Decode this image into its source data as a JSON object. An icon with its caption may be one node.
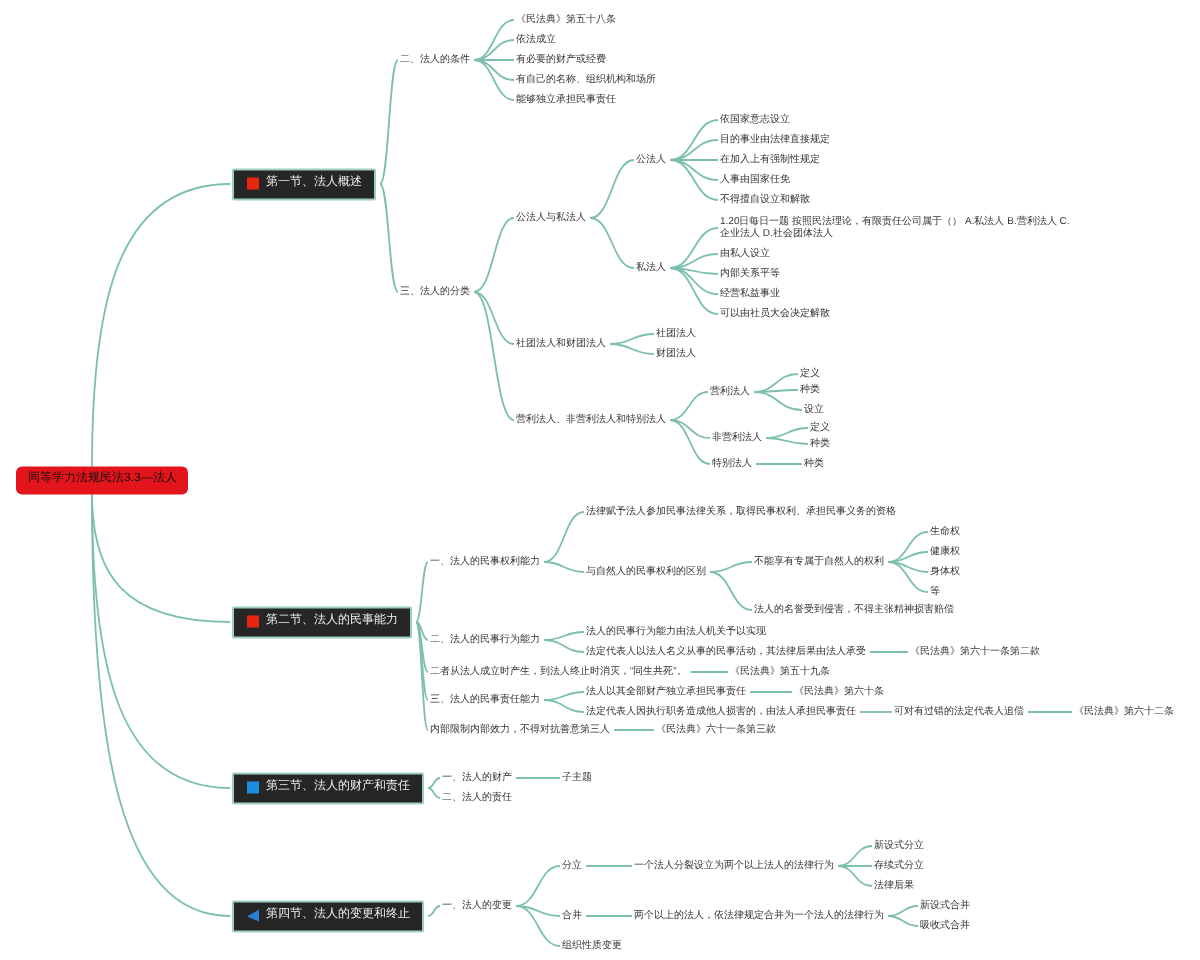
{
  "diagram": {
    "nodes": [
      {
        "text": [
          "同等学力法规民法3.3—法人"
        ]
      },
      {
        "text": [
          "第一节、法人概述"
        ]
      },
      {
        "text": [
          "二、法人的条件"
        ]
      },
      {
        "text": [
          "《民法典》第五十八条"
        ]
      },
      {
        "text": [
          "依法成立"
        ]
      },
      {
        "text": [
          "有必要的财产或经费"
        ]
      },
      {
        "text": [
          "有自己的名称、组织机构和场所"
        ]
      },
      {
        "text": [
          "能够独立承担民事责任"
        ]
      },
      {
        "text": [
          "三、法人的分类"
        ]
      },
      {
        "text": [
          "公法人与私法人"
        ]
      },
      {
        "text": [
          "公法人"
        ]
      },
      {
        "text": [
          "依国家意志设立"
        ]
      },
      {
        "text": [
          "目的事业由法律直接规定"
        ]
      },
      {
        "text": [
          "在加入上有强制性规定"
        ]
      },
      {
        "text": [
          "人事由国家任免"
        ]
      },
      {
        "text": [
          "不得擅自设立和解散"
        ]
      },
      {
        "text": [
          "私法人"
        ]
      },
      {
        "text": [
          "1.20日每日一题 按照民法理论，有限责任公司属于（） A.私法人 B.营利法人 C.企业法人 D.社会团体法人"
        ]
      },
      {
        "text": [
          "由私人设立"
        ]
      },
      {
        "text": [
          "内部关系平等"
        ]
      },
      {
        "text": [
          "经营私益事业"
        ]
      },
      {
        "text": [
          "可以由社员大会决定解散"
        ]
      },
      {
        "text": [
          "社团法人和财团法人"
        ]
      },
      {
        "text": [
          "社团法人"
        ]
      },
      {
        "text": [
          "财团法人"
        ]
      },
      {
        "text": [
          "营利法人、非营利法人和特别法人"
        ]
      },
      {
        "text": [
          "营利法人"
        ]
      },
      {
        "text": [
          "定义"
        ]
      },
      {
        "text": [
          "种类"
        ]
      },
      {
        "text": [
          "设立"
        ]
      },
      {
        "text": [
          "非营利法人"
        ]
      },
      {
        "text": [
          "定义"
        ]
      },
      {
        "text": [
          "种类"
        ]
      },
      {
        "text": [
          "特别法人"
        ]
      },
      {
        "text": [
          "种类"
        ]
      },
      {
        "text": [
          "第二节、法人的民事能力"
        ]
      },
      {
        "text": [
          "一、法人的民事权利能力"
        ]
      },
      {
        "text": [
          "法律赋予法人参加民事法律关系，取得民事权利、承担民事义务的资格"
        ]
      },
      {
        "text": [
          "与自然人的民事权利的区别"
        ]
      },
      {
        "text": [
          "不能享有专属于自然人的权利"
        ]
      },
      {
        "text": [
          "生命权"
        ]
      },
      {
        "text": [
          "健康权"
        ]
      },
      {
        "text": [
          "身体权"
        ]
      },
      {
        "text": [
          "等"
        ]
      },
      {
        "text": [
          "法人的名誉受到侵害，不得主张精神损害赔偿"
        ]
      },
      {
        "text": [
          "二、法人的民事行为能力"
        ]
      },
      {
        "text": [
          "法人的民事行为能力由法人机关予以实现"
        ]
      },
      {
        "text": [
          "法定代表人以法人名义从事的民事活动，其法律后果由法人承受"
        ]
      },
      {
        "text": [
          "《民法典》第六十一条第二款"
        ]
      },
      {
        "text": [
          "二者从法人成立时产生，到法人终止时消灭，“同生共死”。"
        ]
      },
      {
        "text": [
          "《民法典》第五十九条"
        ]
      },
      {
        "text": [
          "三、法人的民事责任能力"
        ]
      },
      {
        "text": [
          "法人以其全部财产独立承担民事责任"
        ]
      },
      {
        "text": [
          "《民法典》第六十条"
        ]
      },
      {
        "text": [
          "法定代表人因执行职务造成他人损害的，由法人承担民事责任"
        ]
      },
      {
        "text": [
          "可对有过错的法定代表人追偿"
        ]
      },
      {
        "text": [
          "《民法典》第六十二条"
        ]
      },
      {
        "text": [
          "内部限制内部效力，不得对抗善意第三人"
        ]
      },
      {
        "text": [
          "《民法典》六十一条第三款"
        ]
      },
      {
        "text": [
          "第三节、法人的财产和责任"
        ]
      },
      {
        "text": [
          "一、法人的财产"
        ]
      },
      {
        "text": [
          "子主题"
        ]
      },
      {
        "text": [
          "二、法人的责任"
        ]
      },
      {
        "text": [
          "第四节、法人的变更和终止"
        ]
      },
      {
        "text": [
          "一、法人的变更"
        ]
      },
      {
        "text": [
          "分立"
        ]
      },
      {
        "text": [
          "一个法人分裂设立为两个以上法人的法律行为"
        ]
      },
      {
        "text": [
          "新设式分立"
        ]
      },
      {
        "text": [
          "存续式分立"
        ]
      },
      {
        "text": [
          "法律后果"
        ]
      },
      {
        "text": [
          "合并"
        ]
      },
      {
        "text": [
          "两个以上的法人，依法律规定合并为一个法人的法律行为"
        ]
      },
      {
        "text": [
          "新设式合并"
        ]
      },
      {
        "text": [
          "吸收式合并"
        ]
      },
      {
        "text": [
          "组织性质变更"
        ]
      }
    ],
    "edges": [
      {
        "from": 0,
        "to": 1,
        "arrow": "none"
      },
      {
        "from": 0,
        "to": 35,
        "arrow": "none"
      },
      {
        "from": 0,
        "to": 59,
        "arrow": "none"
      },
      {
        "from": 0,
        "to": 63,
        "arrow": "none"
      },
      {
        "from": 1,
        "to": 2,
        "arrow": "none"
      },
      {
        "from": 2,
        "to": 3,
        "arrow": "none"
      },
      {
        "from": 2,
        "to": 4,
        "arrow": "none"
      },
      {
        "from": 2,
        "to": 5,
        "arrow": "none"
      },
      {
        "from": 2,
        "to": 6,
        "arrow": "none"
      },
      {
        "from": 2,
        "to": 7,
        "arrow": "none"
      },
      {
        "from": 1,
        "to": 8,
        "arrow": "none"
      },
      {
        "from": 8,
        "to": 9,
        "arrow": "none"
      },
      {
        "from": 9,
        "to": 10,
        "arrow": "none"
      },
      {
        "from": 10,
        "to": 11,
        "arrow": "none"
      },
      {
        "from": 10,
        "to": 12,
        "arrow": "none"
      },
      {
        "from": 10,
        "to": 13,
        "arrow": "none"
      },
      {
        "from": 10,
        "to": 14,
        "arrow": "none"
      },
      {
        "from": 10,
        "to": 15,
        "arrow": "none"
      },
      {
        "from": 9,
        "to": 16,
        "arrow": "none"
      },
      {
        "from": 16,
        "to": 17,
        "arrow": "none"
      },
      {
        "from": 16,
        "to": 18,
        "arrow": "none"
      },
      {
        "from": 16,
        "to": 19,
        "arrow": "none"
      },
      {
        "from": 16,
        "to": 20,
        "arrow": "none"
      },
      {
        "from": 16,
        "to": 21,
        "arrow": "none"
      },
      {
        "from": 8,
        "to": 22,
        "arrow": "none"
      },
      {
        "from": 22,
        "to": 23,
        "arrow": "none"
      },
      {
        "from": 22,
        "to": 24,
        "arrow": "none"
      },
      {
        "from": 8,
        "to": 25,
        "arrow": "none"
      },
      {
        "from": 25,
        "to": 26,
        "arrow": "none"
      },
      {
        "from": 26,
        "to": 27,
        "arrow": "none"
      },
      {
        "from": 26,
        "to": 28,
        "arrow": "none"
      },
      {
        "from": 26,
        "to": 29,
        "arrow": "none"
      },
      {
        "from": 25,
        "to": 30,
        "arrow": "none"
      },
      {
        "from": 30,
        "to": 31,
        "arrow": "none"
      },
      {
        "from": 30,
        "to": 32,
        "arrow": "none"
      },
      {
        "from": 25,
        "to": 33,
        "arrow": "none"
      },
      {
        "from": 33,
        "to": 34,
        "arrow": "none"
      },
      {
        "from": 35,
        "to": 36,
        "arrow": "none"
      },
      {
        "from": 36,
        "to": 37,
        "arrow": "none"
      },
      {
        "from": 36,
        "to": 38,
        "arrow": "none"
      },
      {
        "from": 38,
        "to": 39,
        "arrow": "none"
      },
      {
        "from": 39,
        "to": 40,
        "arrow": "none"
      },
      {
        "from": 39,
        "to": 41,
        "arrow": "none"
      },
      {
        "from": 39,
        "to": 42,
        "arrow": "none"
      },
      {
        "from": 39,
        "to": 43,
        "arrow": "none"
      },
      {
        "from": 38,
        "to": 44,
        "arrow": "none"
      },
      {
        "from": 35,
        "to": 45,
        "arrow": "none"
      },
      {
        "from": 45,
        "to": 46,
        "arrow": "none"
      },
      {
        "from": 45,
        "to": 47,
        "arrow": "none"
      },
      {
        "from": 47,
        "to": 48,
        "arrow": "none"
      },
      {
        "from": 35,
        "to": 49,
        "arrow": "none"
      },
      {
        "from": 49,
        "to": 50,
        "arrow": "none"
      },
      {
        "from": 35,
        "to": 51,
        "arrow": "none"
      },
      {
        "from": 51,
        "to": 52,
        "arrow": "none"
      },
      {
        "from": 52,
        "to": 53,
        "arrow": "none"
      },
      {
        "from": 51,
        "to": 54,
        "arrow": "none"
      },
      {
        "from": 54,
        "to": 55,
        "arrow": "none"
      },
      {
        "from": 55,
        "to": 56,
        "arrow": "none"
      },
      {
        "from": 35,
        "to": 57,
        "arrow": "none"
      },
      {
        "from": 57,
        "to": 58,
        "arrow": "none"
      },
      {
        "from": 59,
        "to": 60,
        "arrow": "none"
      },
      {
        "from": 60,
        "to": 61,
        "arrow": "none"
      },
      {
        "from": 59,
        "to": 62,
        "arrow": "none"
      },
      {
        "from": 63,
        "to": 64,
        "arrow": "none"
      },
      {
        "from": 64,
        "to": 65,
        "arrow": "none"
      },
      {
        "from": 65,
        "to": 66,
        "arrow": "none"
      },
      {
        "from": 66,
        "to": 67,
        "arrow": "none"
      },
      {
        "from": 66,
        "to": 68,
        "arrow": "none"
      },
      {
        "from": 66,
        "to": 69,
        "arrow": "none"
      },
      {
        "from": 64,
        "to": 70,
        "arrow": "none"
      },
      {
        "from": 70,
        "to": 71,
        "arrow": "none"
      },
      {
        "from": 71,
        "to": 72,
        "arrow": "none"
      },
      {
        "from": 71,
        "to": 73,
        "arrow": "none"
      },
      {
        "from": 64,
        "to": 74,
        "arrow": "none"
      }
    ]
  }
}
